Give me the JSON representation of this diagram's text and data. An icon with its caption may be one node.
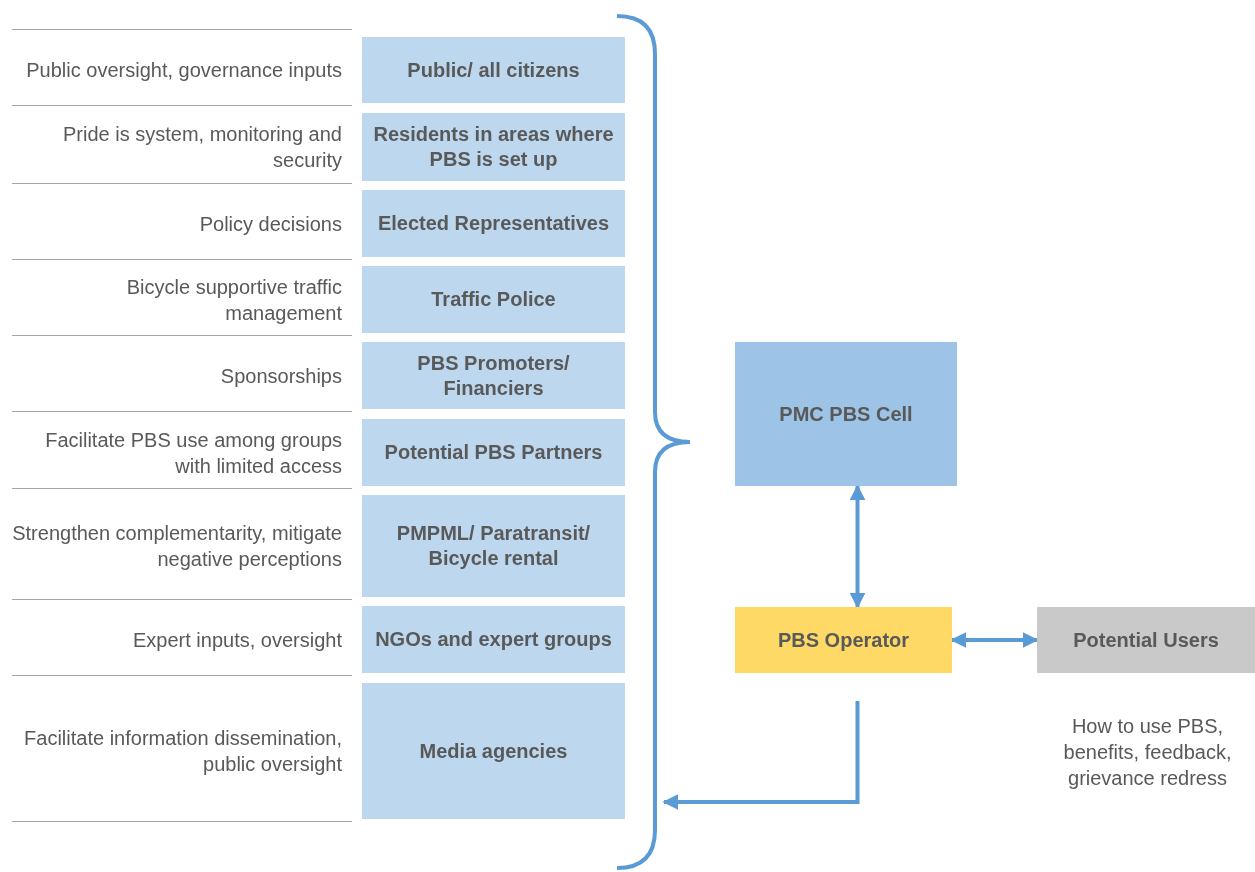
{
  "diagram": {
    "nodes": [
      {
        "text": [
          "Public/ all citizens"
        ],
        "beside": [
          "Public oversight, governance inputs"
        ]
      },
      {
        "text": [
          "Residents in areas where PBS is set up"
        ],
        "beside": [
          "Pride is system, monitoring and security"
        ]
      },
      {
        "text": [
          "Elected Representatives"
        ],
        "beside": [
          "Policy decisions"
        ]
      },
      {
        "text": [
          "Traffic Police"
        ],
        "beside": [
          "Bicycle supportive traffic management"
        ]
      },
      {
        "text": [
          "PBS Promoters/ Financiers"
        ],
        "beside": [
          "Sponsorships"
        ]
      },
      {
        "text": [
          "Potential PBS Partners"
        ],
        "beside": [
          "Facilitate PBS use among groups with limited access"
        ]
      },
      {
        "text": [
          "PMPML/ Paratransit/ Bicycle rental"
        ],
        "beside": [
          "Strengthen complementarity, mitigate negative perceptions"
        ]
      },
      {
        "text": [
          "NGOs and expert groups"
        ],
        "beside": [
          "Expert inputs, oversight"
        ]
      },
      {
        "text": [
          "Media agencies"
        ],
        "beside": [
          "Facilitate information dissemination, public oversight"
        ]
      },
      {
        "text": [],
        "shape": "brace"
      },
      {
        "text": [
          "PMC PBS Cell"
        ]
      },
      {
        "text": [
          "PBS Operator"
        ]
      },
      {
        "text": [
          "Potential Users"
        ],
        "beside": [
          "How to use PBS, benefits, feedback, grievance redress"
        ]
      }
    ],
    "edges": [
      {
        "from": 10,
        "to": 11,
        "arrow": "both"
      },
      {
        "from": 11,
        "to": 12,
        "arrow": "both"
      },
      {
        "from": 11,
        "to": 9,
        "arrow": "to"
      }
    ]
  }
}
